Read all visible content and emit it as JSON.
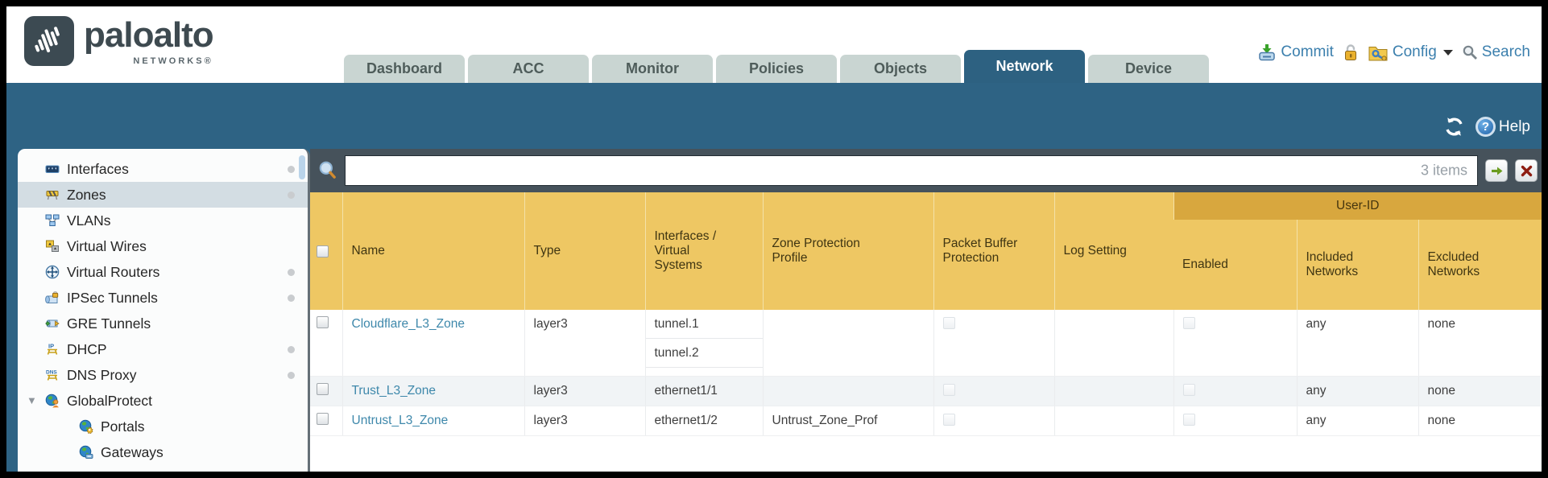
{
  "colors": {
    "teal_band": "#2e6384",
    "active_tab": "#2d6181",
    "inactive_tab": "#c9d5d2",
    "header_gold": "#eec763",
    "header_gold_dark": "#d8a73e",
    "search_row_slate": "#46525b",
    "link_blue": "#3e88ab",
    "action_blue": "#3b7fad"
  },
  "brand": {
    "name": "paloalto",
    "sub": "NETWORKS®"
  },
  "tabs": [
    {
      "label": "Dashboard",
      "active": false
    },
    {
      "label": "ACC",
      "active": false
    },
    {
      "label": "Monitor",
      "active": false
    },
    {
      "label": "Policies",
      "active": false
    },
    {
      "label": "Objects",
      "active": false
    },
    {
      "label": "Network",
      "active": true
    },
    {
      "label": "Device",
      "active": false
    }
  ],
  "actions": {
    "commit": "Commit",
    "config": "Config",
    "search": "Search",
    "help": "Help"
  },
  "sidebar": {
    "items": [
      {
        "label": "Interfaces",
        "icon": "interfaces-icon",
        "has_dot": true
      },
      {
        "label": "Zones",
        "icon": "zones-icon",
        "has_dot": true,
        "selected": true
      },
      {
        "label": "VLANs",
        "icon": "vlans-icon",
        "has_dot": false
      },
      {
        "label": "Virtual Wires",
        "icon": "virtual-wires-icon",
        "has_dot": false
      },
      {
        "label": "Virtual Routers",
        "icon": "virtual-routers-icon",
        "has_dot": true
      },
      {
        "label": "IPSec Tunnels",
        "icon": "ipsec-tunnels-icon",
        "has_dot": true
      },
      {
        "label": "GRE Tunnels",
        "icon": "gre-tunnels-icon",
        "has_dot": false
      },
      {
        "label": "DHCP",
        "icon": "dhcp-icon",
        "has_dot": true
      },
      {
        "label": "DNS Proxy",
        "icon": "dns-proxy-icon",
        "has_dot": true
      },
      {
        "label": "GlobalProtect",
        "icon": "globalprotect-icon",
        "has_dot": false,
        "expanded": true
      },
      {
        "label": "Portals",
        "icon": "portals-icon",
        "has_dot": false,
        "child": true
      },
      {
        "label": "Gateways",
        "icon": "gateways-icon",
        "has_dot": false,
        "child": true
      }
    ]
  },
  "filter": {
    "value": "",
    "count": "3 items"
  },
  "table": {
    "group_header": "User-ID",
    "columns": [
      "Name",
      "Type",
      "Interfaces / Virtual Systems",
      "Zone Protection Profile",
      "Packet Buffer Protection",
      "Log Setting",
      "Enabled",
      "Included Networks",
      "Excluded Networks"
    ],
    "rows": [
      {
        "name": "Cloudflare_L3_Zone",
        "type": "layer3",
        "interfaces": [
          "tunnel.1",
          "tunnel.2"
        ],
        "included_networks": "any",
        "excluded_networks": "none"
      },
      {
        "name": "Trust_L3_Zone",
        "type": "layer3",
        "interfaces": [
          "ethernet1/1"
        ],
        "included_networks": "any",
        "excluded_networks": "none"
      },
      {
        "name": "Untrust_L3_Zone",
        "type": "layer3",
        "interfaces": [
          "ethernet1/2"
        ],
        "zone_protection_profile": "Untrust_Zone_Prof",
        "included_networks": "any",
        "excluded_networks": "none"
      }
    ]
  }
}
